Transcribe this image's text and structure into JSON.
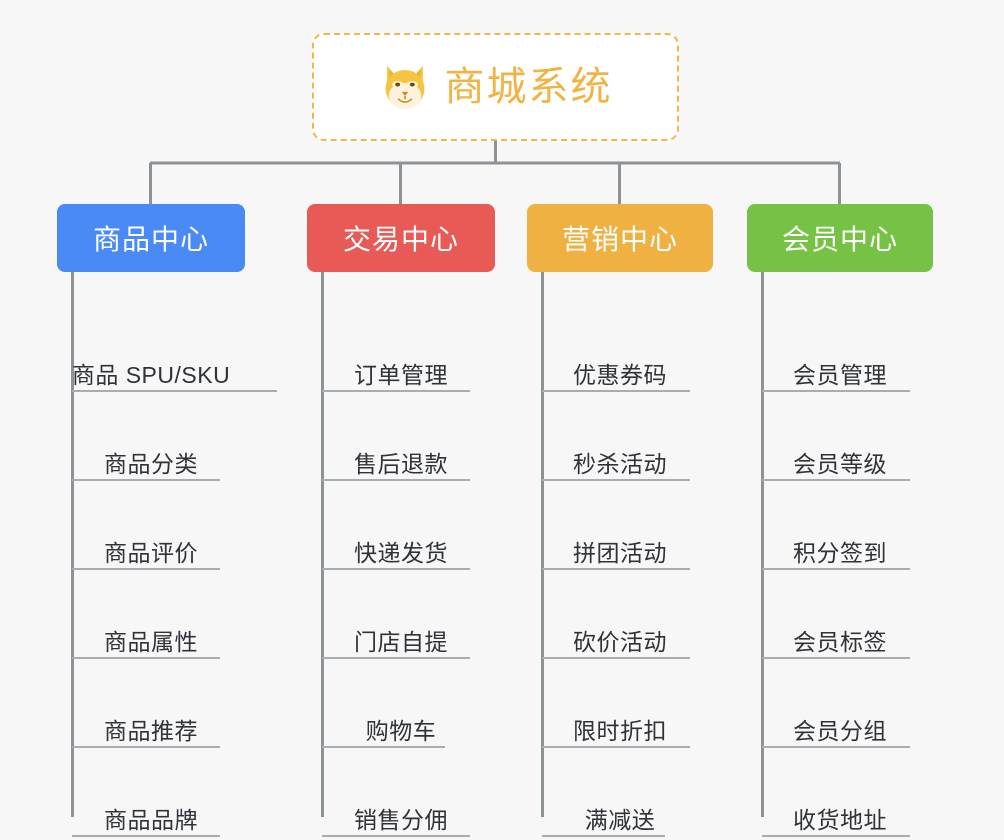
{
  "diagram": {
    "title": "商城系统",
    "root": {
      "label": "商城系统",
      "icon": "shiba-dog-icon",
      "border_color": "#f0b64a",
      "text_color": "#f0b344",
      "background": "#ffffff"
    },
    "canvas_background": "#f7f7f7",
    "connector_color": "#8d9297",
    "leaf_rule_color": "#a9adb2",
    "branches": [
      {
        "label": "商品中心",
        "color": "#4a8af4",
        "items": [
          "商品 SPU/SKU",
          "商品分类",
          "商品评价",
          "商品属性",
          "商品推荐",
          "商品品牌"
        ]
      },
      {
        "label": "交易中心",
        "color": "#e85a55",
        "items": [
          "订单管理",
          "售后退款",
          "快递发货",
          "门店自提",
          "购物车",
          "销售分佣"
        ]
      },
      {
        "label": "营销中心",
        "color": "#eeb142",
        "items": [
          "优惠券码",
          "秒杀活动",
          "拼团活动",
          "砍价活动",
          "限时折扣",
          "满减送"
        ]
      },
      {
        "label": "会员中心",
        "color": "#76c244",
        "items": [
          "会员管理",
          "会员等级",
          "积分签到",
          "会员标签",
          "会员分组",
          "收货地址"
        ]
      }
    ]
  }
}
